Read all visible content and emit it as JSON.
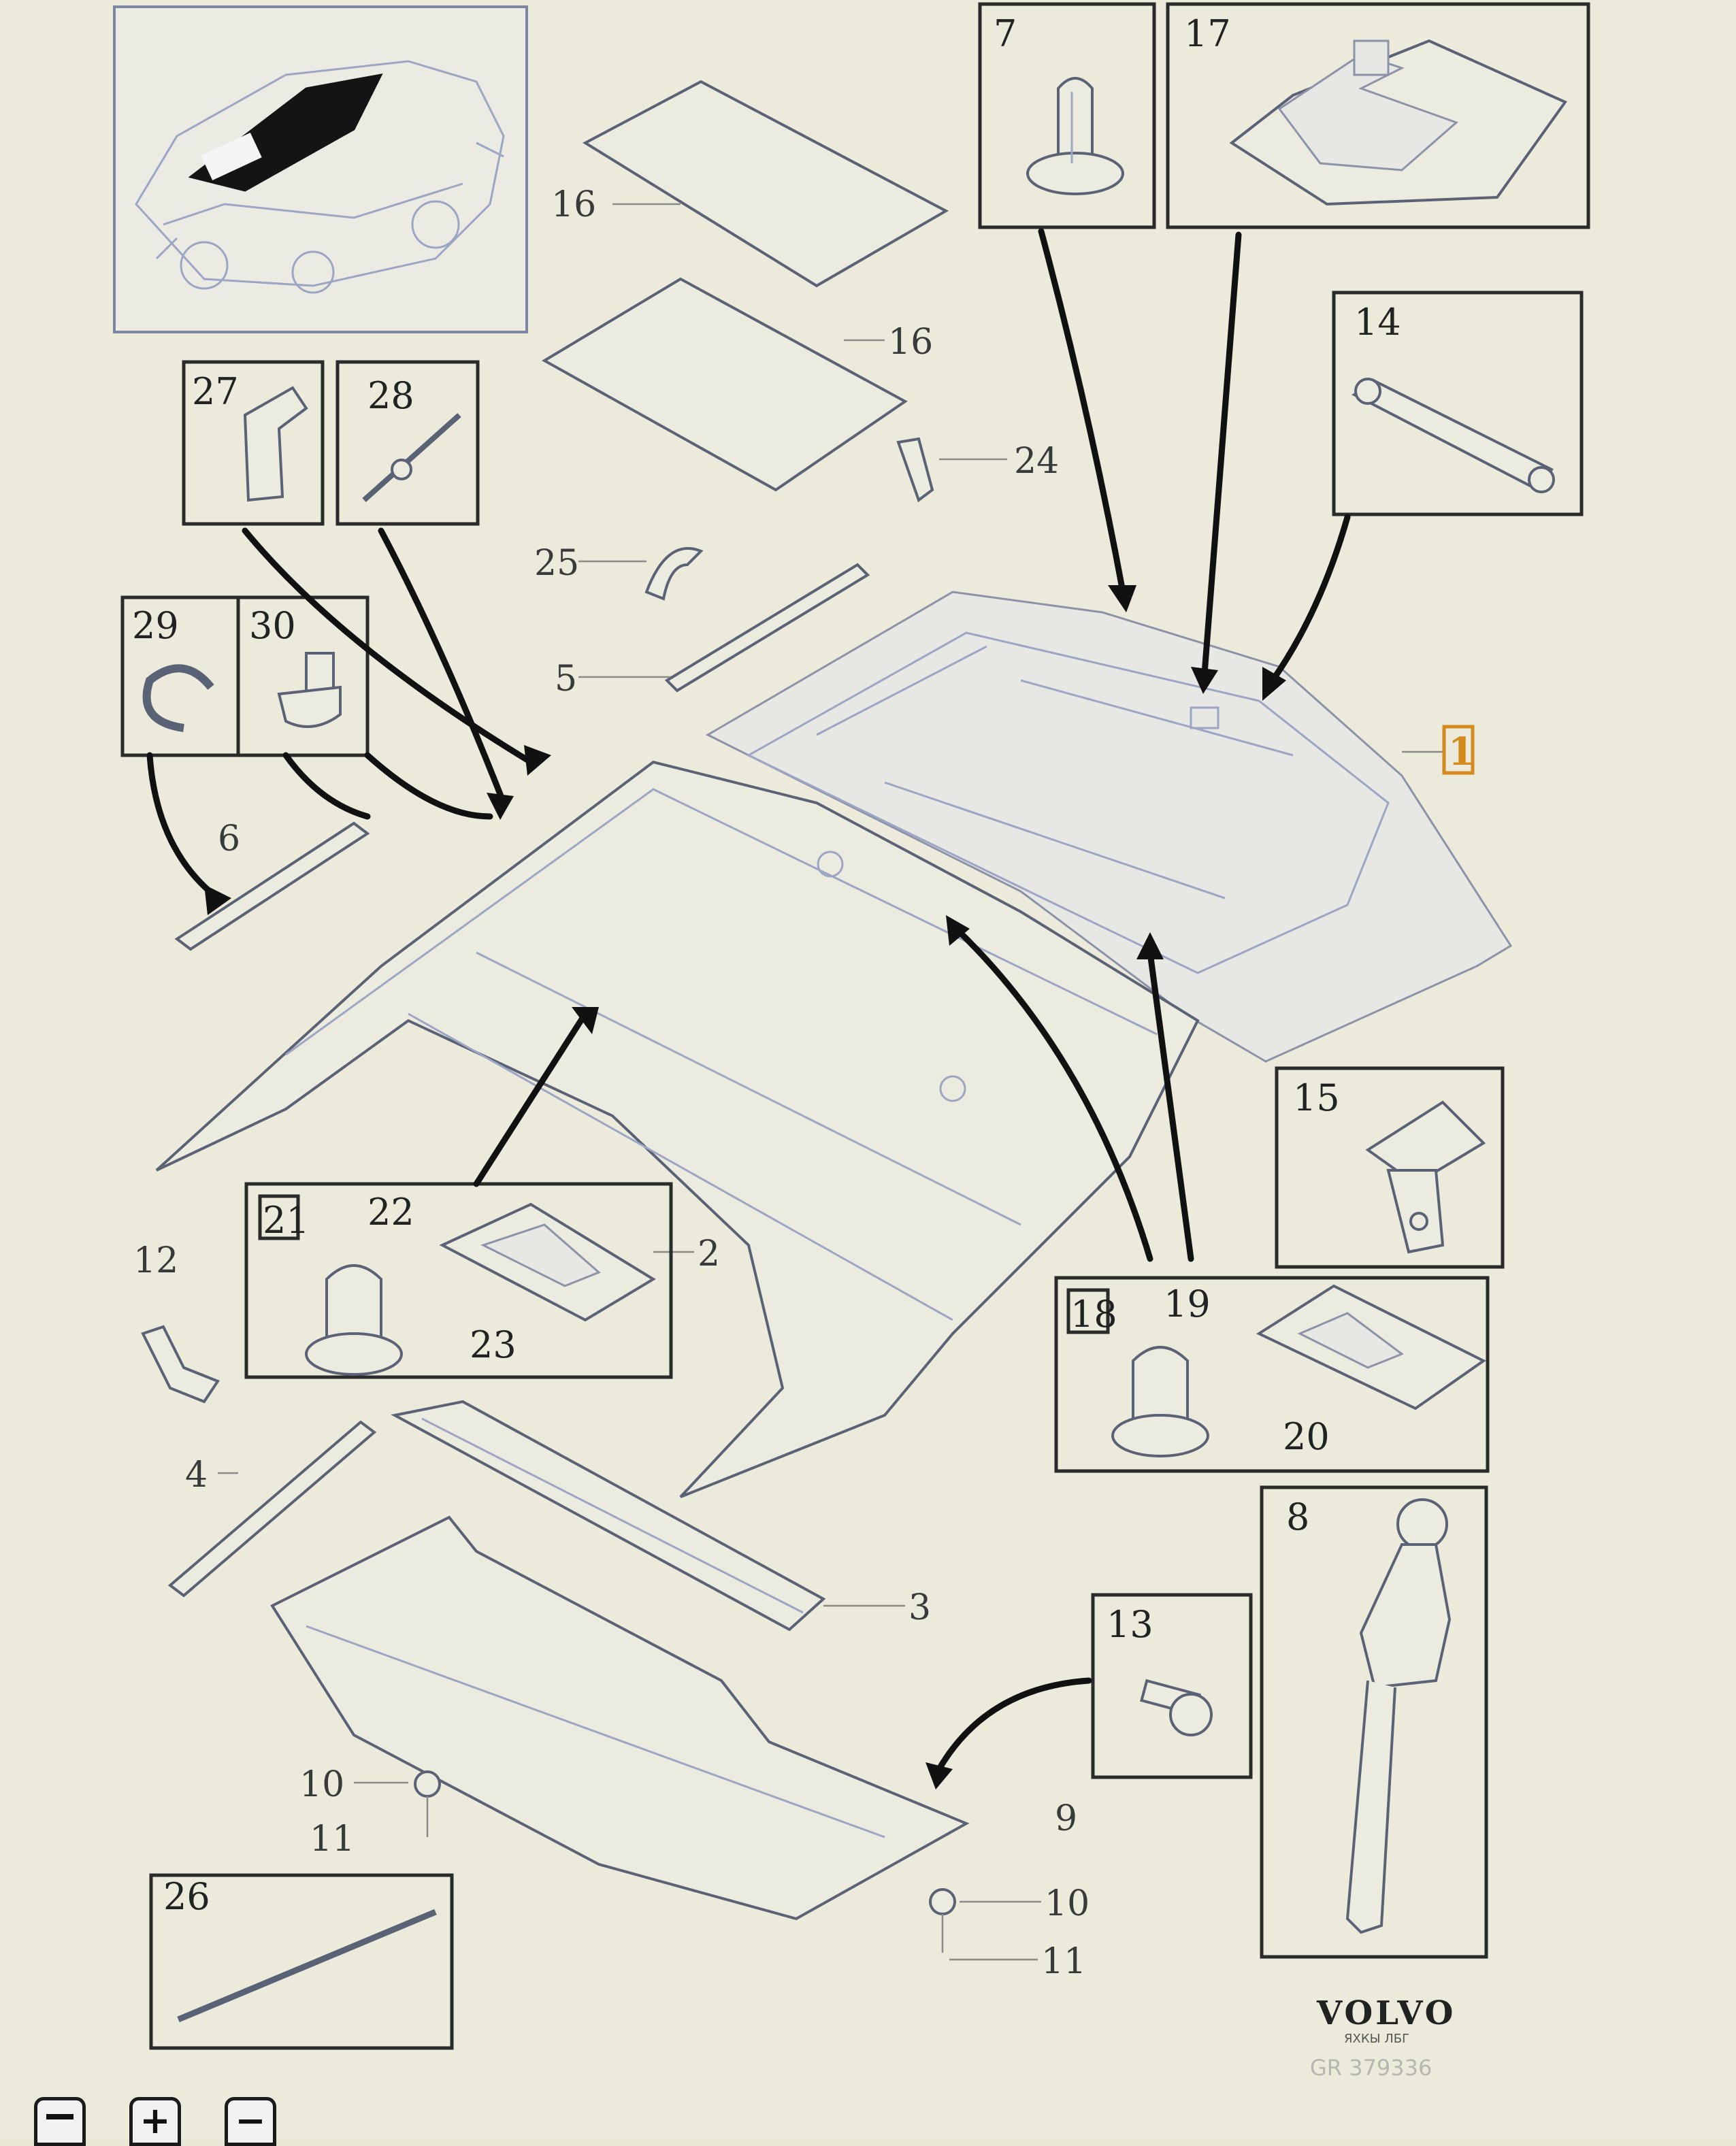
{
  "diagram": {
    "brand": "VOLVO",
    "brand_subline": "ЯХКЫ ЛБГ",
    "reference": "GR 379336",
    "highlighted_part": "1",
    "boxed_labels": {
      "b7": "7",
      "b17": "17",
      "b14": "14",
      "b27": "27",
      "b28": "28",
      "b29": "29",
      "b30": "30",
      "b15": "15",
      "b21": "21",
      "b22": "22",
      "b23": "23",
      "b18": "18",
      "b19": "19",
      "b20": "20",
      "b8": "8",
      "b13": "13",
      "b26": "26"
    },
    "callouts": {
      "c16a": "16",
      "c16b": "16",
      "c24": "24",
      "c25": "25",
      "c5": "5",
      "c6": "6",
      "c12": "12",
      "c2": "2",
      "c4": "4",
      "c3": "3",
      "c10a": "10",
      "c11a": "11",
      "c9": "9",
      "c10b": "10",
      "c11b": "11"
    }
  },
  "toolbar": {
    "zoom_in_label": "+",
    "zoom_out_label": "−"
  },
  "icons": [
    "car-overview-icon",
    "zoom-fit-icon",
    "zoom-in-icon",
    "zoom-out-icon"
  ]
}
